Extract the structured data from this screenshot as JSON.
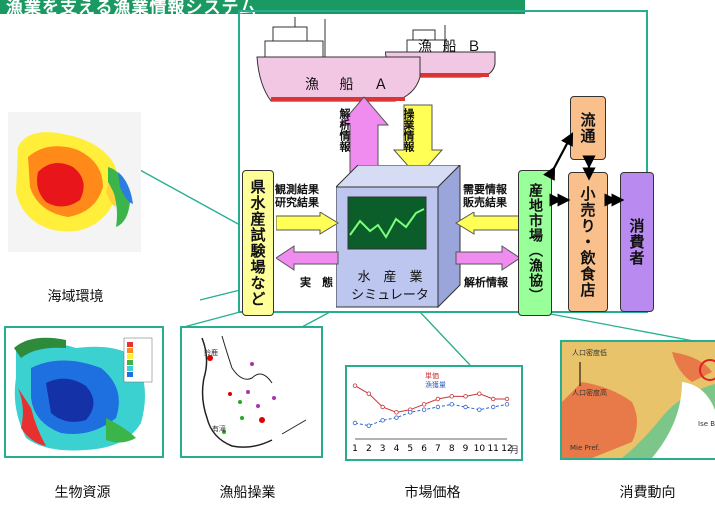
{
  "banner": {
    "text": "漁業を支える漁業情報システム"
  },
  "boats": {
    "a": "漁 船 Ａ",
    "b": "漁 船 Ｂ"
  },
  "arrows": {
    "up_label": "解析情報",
    "down_label": "操業情報",
    "left_top": "観測結果\n研究結果",
    "left_bottom": "実　態",
    "right_top": "需要情報\n販売結果",
    "right_bottom": "解析情報"
  },
  "simulator": {
    "line1": "水　産　業",
    "line2": "シミュレータ"
  },
  "boxes": {
    "prefecture": "県水産試験場など",
    "market": "産地市場（漁協）",
    "retail": "小売り・飲食店",
    "distribution": "流通",
    "consumer": "消費者"
  },
  "captions": {
    "sea": "海域環境",
    "bio": "生物資源",
    "fishing": "漁船操業",
    "price": "市場価格",
    "consumption": "消費動向"
  },
  "price_chart": {
    "legend_price": "単価",
    "legend_catch": "漁獲量",
    "month_unit": "月"
  },
  "map_labels": {
    "pop_low": "人口密度低",
    "pop_high": "人口密度高",
    "bay": "Ise B",
    "pref": "Mie Pref.",
    "place1": "鈴鹿",
    "place2": "有滝"
  },
  "colors": {
    "accent": "#27ae8f",
    "magenta": "#f08bf0",
    "yellow": "#ffff55",
    "pref_box": "#ffff99",
    "market_box": "#99ff99",
    "orange_box": "#f9c08c",
    "purple_box": "#b98bf0",
    "boat": "#f2c7e4",
    "simulator": "#bcc6ef"
  },
  "chart_data": {
    "type": "line",
    "x": [
      1,
      2,
      3,
      4,
      5,
      6,
      7,
      8,
      9,
      10,
      11,
      12
    ],
    "series": [
      {
        "name": "単価",
        "values": [
          20,
          17,
          12,
          10,
          11,
          13,
          15,
          16,
          16,
          17,
          15,
          15
        ]
      },
      {
        "name": "漁獲量",
        "values": [
          6,
          5,
          7,
          8,
          10,
          11,
          12,
          13,
          12,
          11,
          12,
          13
        ]
      }
    ],
    "xlabel": "月",
    "ylabel": "",
    "ylim": [
      0,
      24
    ],
    "grid": false,
    "legend": "top-center"
  }
}
